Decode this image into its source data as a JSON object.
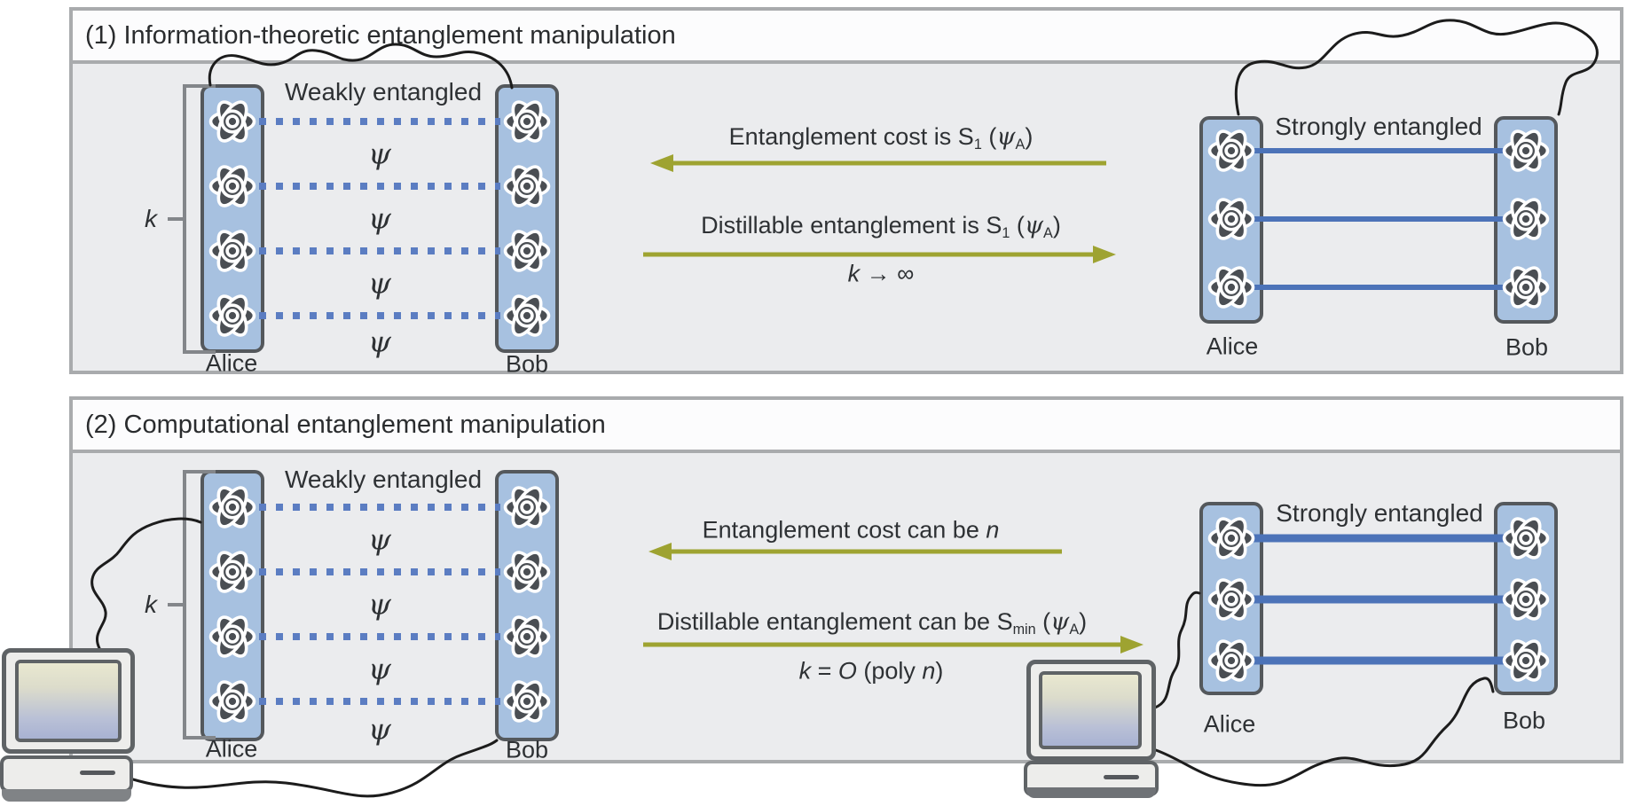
{
  "panel1": {
    "title": "(1) Information-theoretic entanglement manipulation",
    "weak": {
      "caption": "Weakly entangled",
      "k": "k",
      "psi": "ψ",
      "alice": "Alice",
      "bob": "Bob"
    },
    "strong": {
      "caption": "Strongly entangled",
      "alice": "Alice",
      "bob": "Bob"
    },
    "cost": {
      "text": "Entanglement cost is ",
      "s": "S",
      "s_sub": "1",
      "mid": " (",
      "psi": "ψ",
      "psi_sub": "A",
      "end": ")"
    },
    "distill": {
      "text": "Distillable entanglement is ",
      "s": "S",
      "s_sub": "1",
      "mid": " (",
      "psi": "ψ",
      "psi_sub": "A",
      "end": ")"
    },
    "limit": {
      "k": "k",
      "rest": " → ∞"
    }
  },
  "panel2": {
    "title": "(2) Computational entanglement manipulation",
    "weak": {
      "caption": "Weakly entangled",
      "k": "k",
      "psi": "ψ",
      "alice": "Alice",
      "bob": "Bob"
    },
    "strong": {
      "caption": "Strongly entangled",
      "alice": "Alice",
      "bob": "Bob"
    },
    "cost": {
      "text": "Entanglement cost can be ",
      "n": "n"
    },
    "distill": {
      "text": "Distillable entanglement can be ",
      "s": "S",
      "s_sub": "min",
      "mid": " (",
      "psi": "ψ",
      "psi_sub": "A",
      "end": ")"
    },
    "limit": {
      "k": "k",
      "eq": " = ",
      "o": "O",
      "poly": " (poly ",
      "n": "n",
      "end": ")"
    }
  },
  "pairs": {
    "weak": 4,
    "strong": 3
  },
  "colors": {
    "arrow_olive": "#9ea331",
    "entangled_solid_blue": "#4c73b8",
    "entangled_dotted_blue": "#5b7dc2",
    "column_fill": "#a7c1e0",
    "atom_dark": "#4a4e53",
    "panel_border": "#a9abad",
    "panel_body": "#ebecee"
  }
}
